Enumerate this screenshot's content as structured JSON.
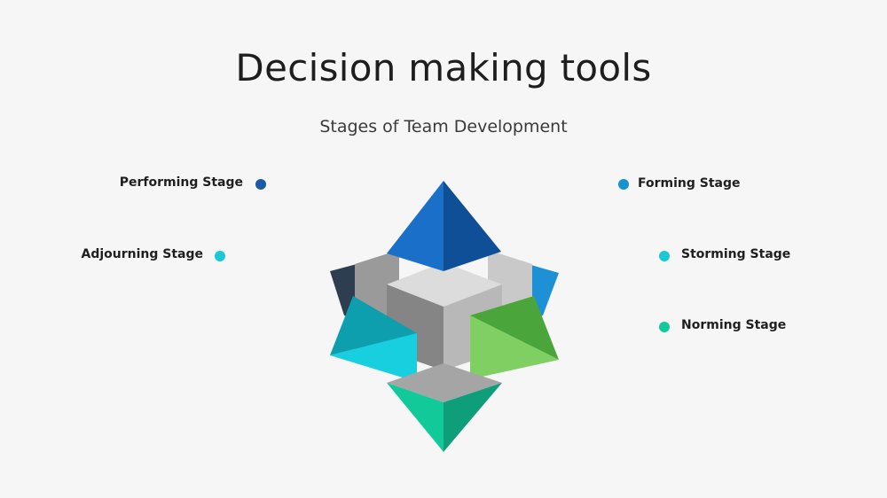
{
  "title": "Decision making tools",
  "subtitle": "Stages of Team Development",
  "stages": {
    "performing": {
      "label": "Performing Stage",
      "color": "#1a5aa6"
    },
    "adjourning": {
      "label": "Adjourning Stage",
      "color": "#1cc7d6"
    },
    "forming": {
      "label": "Forming Stage",
      "color": "#1693cf"
    },
    "storming": {
      "label": "Storming Stage",
      "color": "#1cc7d6"
    },
    "norming": {
      "label": "Norming Stage",
      "color": "#12c99a"
    }
  },
  "colors": {
    "background": "#f6f6f6",
    "top_pyramid": "#1565c0",
    "bottom_pyramid": "#12c99a",
    "left_pyramid": "#12b3c4",
    "right_pyramid": "#58b847",
    "back_left": "#2c3e50",
    "back_right": "#1e90d6",
    "cube": "#b5b5b5"
  }
}
